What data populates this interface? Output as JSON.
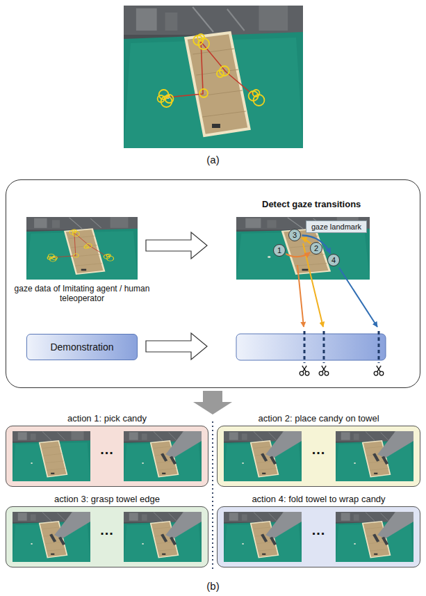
{
  "diagram": {
    "nodes": [
      {
        "text": [
          "Detect gaze transitions"
        ]
      },
      {
        "text": [
          "Demonstration"
        ],
        "in": 0
      },
      {
        "text": [
          "gaze landmark"
        ],
        "in": 0
      },
      {
        "text": [
          "1"
        ],
        "in": 0
      },
      {
        "text": [
          "2"
        ],
        "in": 0
      },
      {
        "text": [
          "3"
        ],
        "in": 0
      },
      {
        "text": [
          "4"
        ],
        "in": 0
      },
      {
        "text": [
          "action 1: pick candy",
          "..."
        ]
      },
      {
        "text": [
          "action 2: place candy on towel",
          "..."
        ]
      },
      {
        "text": [
          "action 3: grasp towel edge",
          "..."
        ]
      },
      {
        "text": [
          "action 4: fold towel to wrap candy",
          "..."
        ]
      }
    ],
    "edges": [
      {
        "from": 3,
        "to": 4,
        "arrow": "to"
      },
      {
        "from": 4,
        "to": 5,
        "arrow": "to"
      },
      {
        "from": 5,
        "to": 6,
        "arrow": "to"
      }
    ],
    "labels": [
      "(a)",
      "gaze data of Imitating agent / human teleoperator",
      "(b)"
    ]
  }
}
